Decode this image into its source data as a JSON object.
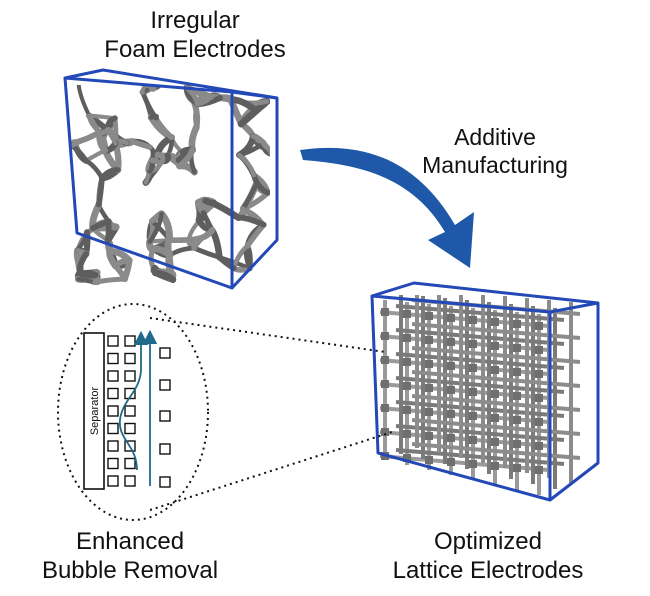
{
  "labels": {
    "foam_title_line1": "Irregular",
    "foam_title_line2": "Foam Electrodes",
    "process_line1": "Additive",
    "process_line2": "Manufacturing",
    "lattice_title_line1": "Optimized",
    "lattice_title_line2": "Lattice Electrodes",
    "inset_title_line1": "Enhanced",
    "inset_title_line2": "Bubble Removal",
    "separator": "Separator"
  },
  "colors": {
    "box_edge": "#2348b8",
    "arrow": "#1f58a8",
    "foam_strut": "#8a8a8a",
    "foam_strut_dark": "#5e5e5e",
    "bubble_flow": "#1f6a8a",
    "text": "#111111"
  }
}
